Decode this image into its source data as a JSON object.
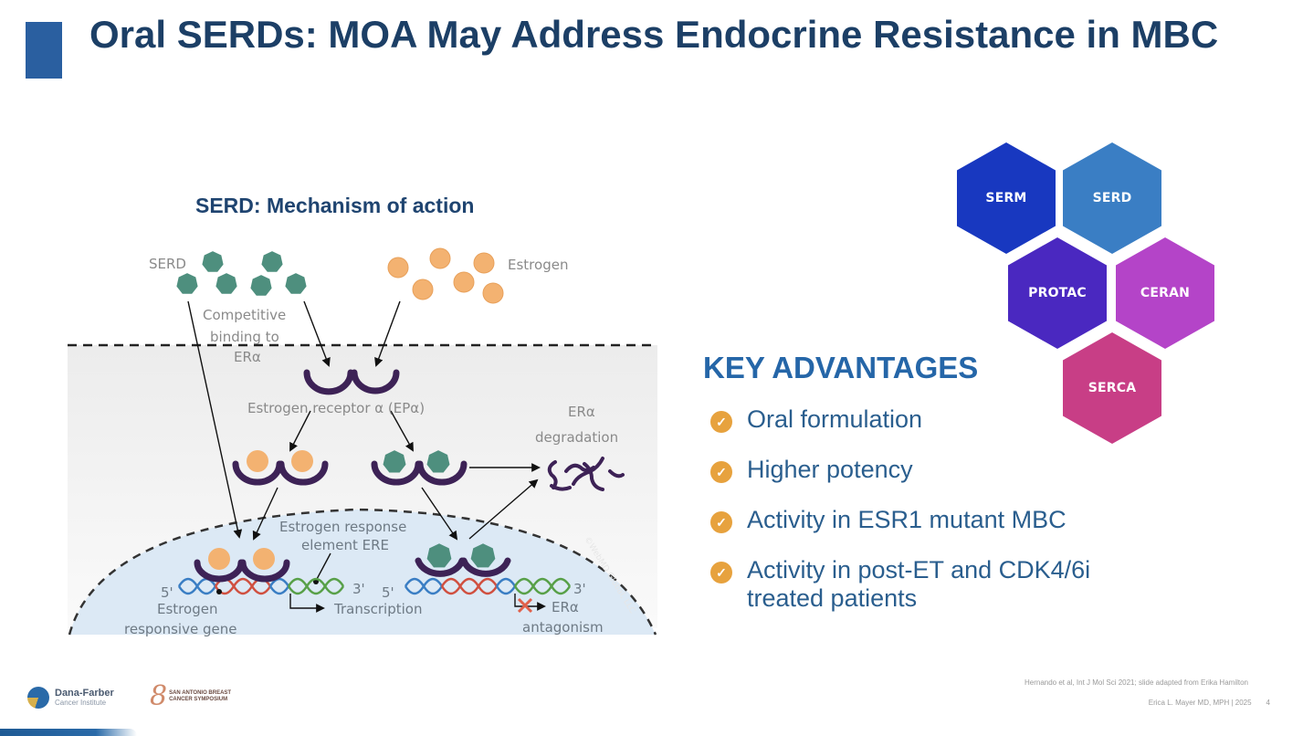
{
  "slide": {
    "title": "Oral SERDs: MOA May Address Endocrine Resistance in MBC",
    "accent_color": "#2a5fa0"
  },
  "diagram": {
    "title": "SERD: Mechanism of action",
    "labels": {
      "serd": "SERD",
      "estrogen": "Estrogen",
      "competitive_1": "Competitive",
      "competitive_2": "binding to",
      "competitive_3": "ERα",
      "receptor": "Estrogen receptor α (EPα)",
      "degradation_1": "ERα",
      "degradation_2": "degradation",
      "ere_1": "Estrogen response",
      "ere_2": "element ERE",
      "five_prime_a": "5'",
      "three_prime_a": "3'",
      "five_prime_b": "5'",
      "three_prime_b": "3'",
      "gene_1": "Estrogen",
      "gene_2": "responsive gene",
      "transcription": "Transcription",
      "antagonism_1": "ERα",
      "antagonism_2": "antagonism",
      "watermark": "©WebMD Global, LLC"
    },
    "colors": {
      "serd": "#4e8f7e",
      "estrogen": "#f3b271",
      "receptor": "#3d2256",
      "nucleus": "#dce9f5",
      "cytoplasm": "#f1f1f1"
    }
  },
  "drug_classes": [
    {
      "label": "SERM",
      "color": "#1838c0"
    },
    {
      "label": "SERD",
      "color": "#3a7ec4"
    },
    {
      "label": "PROTAC",
      "color": "#4a28c0"
    },
    {
      "label": "CERAN",
      "color": "#b444c8"
    },
    {
      "label": "SERCA",
      "color": "#c83e86"
    }
  ],
  "advantages": {
    "title": "KEY ADVANTAGES",
    "icon": "check-circle-icon",
    "items": [
      "Oral formulation",
      "Higher potency",
      "Activity in ESR1 mutant MBC",
      "Activity in post-ET and CDK4/6i treated patients"
    ]
  },
  "footer": {
    "logo1_name": "Dana-Farber",
    "logo1_sub": "Cancer Institute",
    "logo2_num": "8",
    "logo2_text": "SAN ANTONIO BREAST CANCER SYMPOSIUM",
    "citation": "Hernando et al, Int J Mol Sci 2021; slide adapted from Erika Hamilton",
    "presenter": "Erica L. Mayer MD, MPH  |  2025",
    "page_number": "4"
  }
}
